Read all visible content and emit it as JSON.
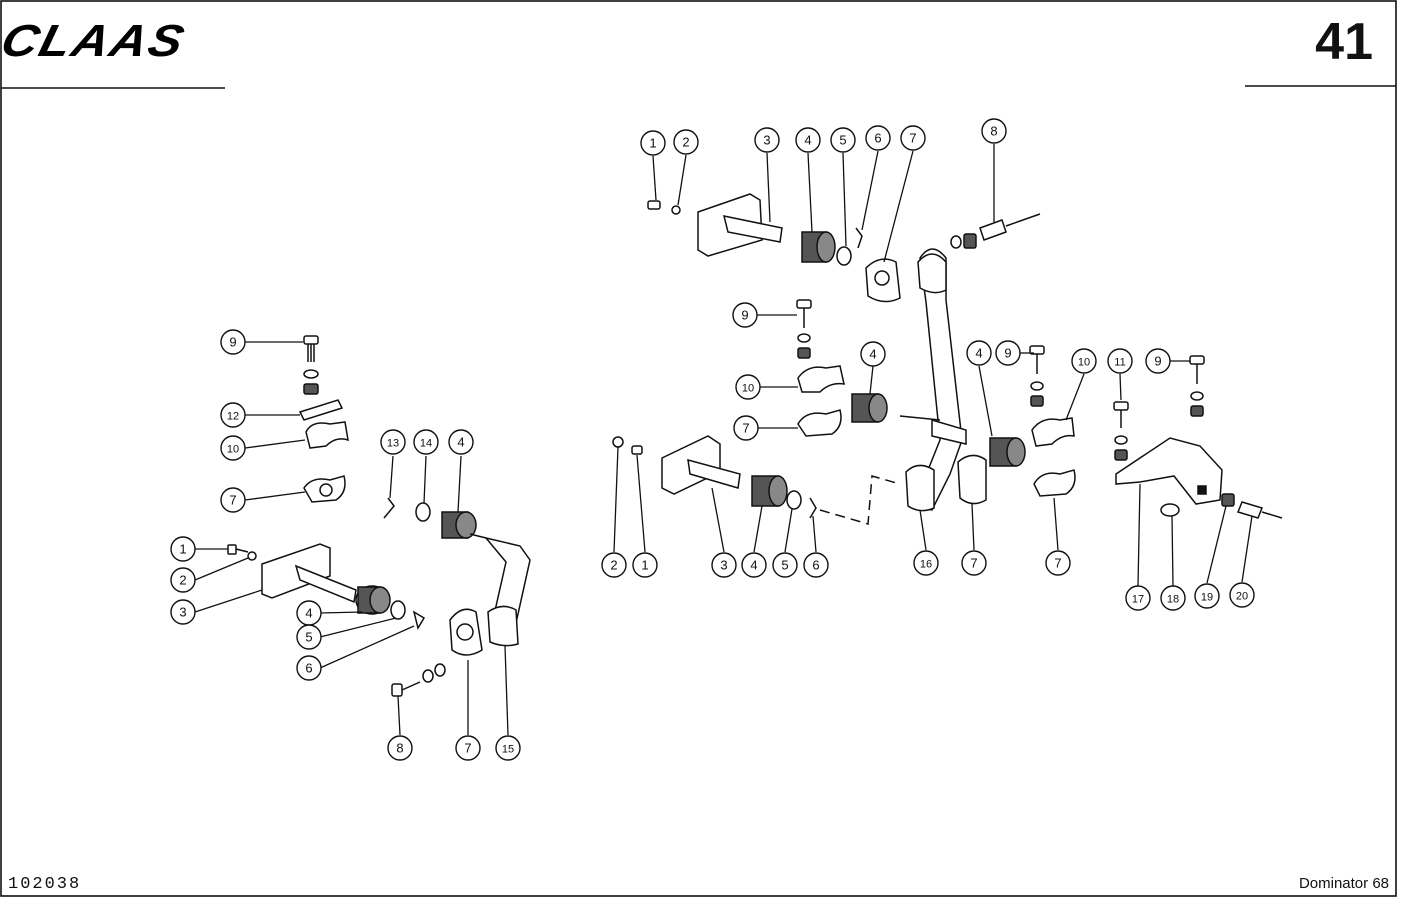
{
  "header": {
    "brand": "CLAAS",
    "page_number": "41"
  },
  "footer": {
    "drawing_code": "102038",
    "model": "Dominator 68"
  },
  "callouts": {
    "left": [
      "9",
      "12",
      "10",
      "7",
      "1",
      "2",
      "3",
      "4",
      "5",
      "6",
      "13",
      "14",
      "4",
      "8",
      "7",
      "15"
    ],
    "right": [
      "1",
      "2",
      "3",
      "4",
      "5",
      "6",
      "7",
      "8",
      "9",
      "10",
      "7",
      "4",
      "2",
      "1",
      "3",
      "4",
      "5",
      "6",
      "16",
      "7",
      "4",
      "9",
      "10",
      "7",
      "11",
      "9",
      "17",
      "18",
      "19",
      "20"
    ]
  },
  "colors": {
    "ink": "#1a1a1a",
    "paper": "#ffffff"
  }
}
